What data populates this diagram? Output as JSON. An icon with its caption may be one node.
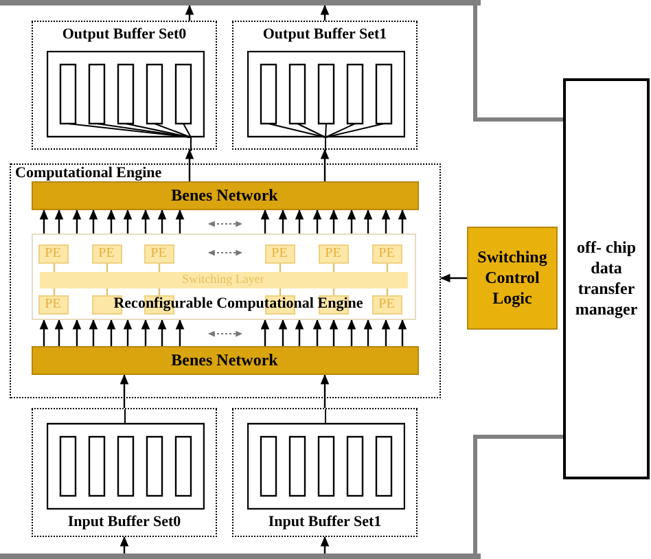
{
  "diagram": {
    "nodes": [
      {
        "text": [
          "Output Buffer Set0"
        ]
      },
      {
        "text": [
          "Output Buffer Set1"
        ]
      },
      {
        "text": [
          "off- chip data transfer manager"
        ]
      },
      {
        "text": [],
        "shape": "bar"
      },
      {
        "text": [
          "Computational Engine"
        ]
      },
      {
        "text": [
          "Benes Network"
        ],
        "in": 4
      },
      {
        "text": [
          "Reconfigurable Computational Engine"
        ],
        "in": 4
      },
      {
        "text": [
          "PE"
        ],
        "in": 6
      },
      {
        "text": [
          "PE"
        ],
        "in": 6
      },
      {
        "text": [
          "PE"
        ],
        "in": 6
      },
      {
        "text": [
          "PE"
        ],
        "in": 6
      },
      {
        "text": [
          "PE"
        ],
        "in": 6
      },
      {
        "text": [
          "PE"
        ],
        "in": 6
      },
      {
        "text": [
          "Switching Layer"
        ],
        "in": 6
      },
      {
        "text": [
          "PE"
        ],
        "in": 6
      },
      {
        "text": [],
        "shape": "box",
        "in": 6
      },
      {
        "text": [],
        "shape": "box",
        "in": 6
      },
      {
        "text": [],
        "shape": "box",
        "in": 6
      },
      {
        "text": [],
        "shape": "box",
        "in": 6
      },
      {
        "text": [
          "PE"
        ],
        "in": 6
      },
      {
        "text": [
          "Benes Network"
        ],
        "in": 4
      },
      {
        "text": [
          "Switching Control Logic"
        ]
      },
      {
        "text": [
          "Input Buffer Set0"
        ]
      },
      {
        "text": [
          "Input Buffer Set1"
        ]
      },
      {
        "text": [],
        "shape": "bar"
      }
    ],
    "edges": [
      {
        "from": 0,
        "to": 3,
        "arrow": "to"
      },
      {
        "from": 1,
        "to": 3,
        "arrow": "to"
      },
      {
        "from": 3,
        "to": 2,
        "arrow": "none",
        "style": "thick",
        "color": "#808080"
      },
      {
        "from": 5,
        "to": 0,
        "arrow": "to"
      },
      {
        "from": 5,
        "to": 1,
        "arrow": "to"
      },
      {
        "from": 6,
        "to": 5,
        "arrow": "to"
      },
      {
        "from": 6,
        "to": 5,
        "arrow": "to"
      },
      {
        "from": 6,
        "to": 5,
        "arrow": "to"
      },
      {
        "from": 6,
        "to": 5,
        "arrow": "to"
      },
      {
        "from": 6,
        "to": 5,
        "arrow": "to"
      },
      {
        "from": 6,
        "to": 5,
        "arrow": "to"
      },
      {
        "from": 6,
        "to": 5,
        "arrow": "to"
      },
      {
        "from": 6,
        "to": 5,
        "arrow": "to"
      },
      {
        "from": 6,
        "to": 5,
        "arrow": "to"
      },
      {
        "from": 6,
        "to": 5,
        "arrow": "to"
      },
      {
        "from": 6,
        "to": 5,
        "arrow": "to"
      },
      {
        "from": 6,
        "to": 5,
        "arrow": "to"
      },
      {
        "from": 6,
        "to": 5,
        "arrow": "to"
      },
      {
        "from": 6,
        "to": 5,
        "arrow": "to"
      },
      {
        "from": 6,
        "to": 5,
        "arrow": "to"
      },
      {
        "from": 6,
        "to": 5,
        "arrow": "to"
      },
      {
        "from": 6,
        "to": 5,
        "arrow": "to"
      },
      {
        "from": 6,
        "to": 5,
        "arrow": "to"
      },
      {
        "from": 7,
        "to": 13,
        "arrow": "none",
        "color": "#e0c070"
      },
      {
        "from": 8,
        "to": 13,
        "arrow": "none",
        "color": "#e0c070"
      },
      {
        "from": 9,
        "to": 13,
        "arrow": "none",
        "color": "#e0c070"
      },
      {
        "from": 10,
        "to": 13,
        "arrow": "none",
        "color": "#e0c070"
      },
      {
        "from": 11,
        "to": 13,
        "arrow": "none",
        "color": "#e0c070"
      },
      {
        "from": 12,
        "to": 13,
        "arrow": "none",
        "color": "#e0c070"
      },
      {
        "from": 14,
        "to": 13,
        "arrow": "none",
        "color": "#e0c070"
      },
      {
        "from": 15,
        "to": 13,
        "arrow": "none",
        "color": "#e0c070"
      },
      {
        "from": 16,
        "to": 13,
        "arrow": "none",
        "color": "#e0c070"
      },
      {
        "from": 17,
        "to": 13,
        "arrow": "none",
        "color": "#e0c070"
      },
      {
        "from": 18,
        "to": 13,
        "arrow": "none",
        "color": "#e0c070"
      },
      {
        "from": 19,
        "to": 13,
        "arrow": "none",
        "color": "#e0c070"
      },
      {
        "from": 20,
        "to": 6,
        "arrow": "to"
      },
      {
        "from": 20,
        "to": 6,
        "arrow": "to"
      },
      {
        "from": 20,
        "to": 6,
        "arrow": "to"
      },
      {
        "from": 20,
        "to": 6,
        "arrow": "to"
      },
      {
        "from": 20,
        "to": 6,
        "arrow": "to"
      },
      {
        "from": 20,
        "to": 6,
        "arrow": "to"
      },
      {
        "from": 20,
        "to": 6,
        "arrow": "to"
      },
      {
        "from": 20,
        "to": 6,
        "arrow": "to"
      },
      {
        "from": 20,
        "to": 6,
        "arrow": "to"
      },
      {
        "from": 20,
        "to": 6,
        "arrow": "to"
      },
      {
        "from": 20,
        "to": 6,
        "arrow": "to"
      },
      {
        "from": 20,
        "to": 6,
        "arrow": "to"
      },
      {
        "from": 20,
        "to": 6,
        "arrow": "to"
      },
      {
        "from": 20,
        "to": 6,
        "arrow": "to"
      },
      {
        "from": 20,
        "to": 6,
        "arrow": "to"
      },
      {
        "from": 20,
        "to": 6,
        "arrow": "to"
      },
      {
        "from": 20,
        "to": 6,
        "arrow": "to"
      },
      {
        "from": 20,
        "to": 6,
        "arrow": "to"
      },
      {
        "from": 21,
        "to": 4,
        "arrow": "to"
      },
      {
        "from": 22,
        "to": 20,
        "arrow": "to"
      },
      {
        "from": 23,
        "to": 20,
        "arrow": "to"
      },
      {
        "from": 24,
        "to": 22,
        "arrow": "to"
      },
      {
        "from": 24,
        "to": 23,
        "arrow": "to"
      },
      {
        "from": 2,
        "to": 24,
        "arrow": "none",
        "style": "thick",
        "color": "#808080"
      }
    ]
  }
}
